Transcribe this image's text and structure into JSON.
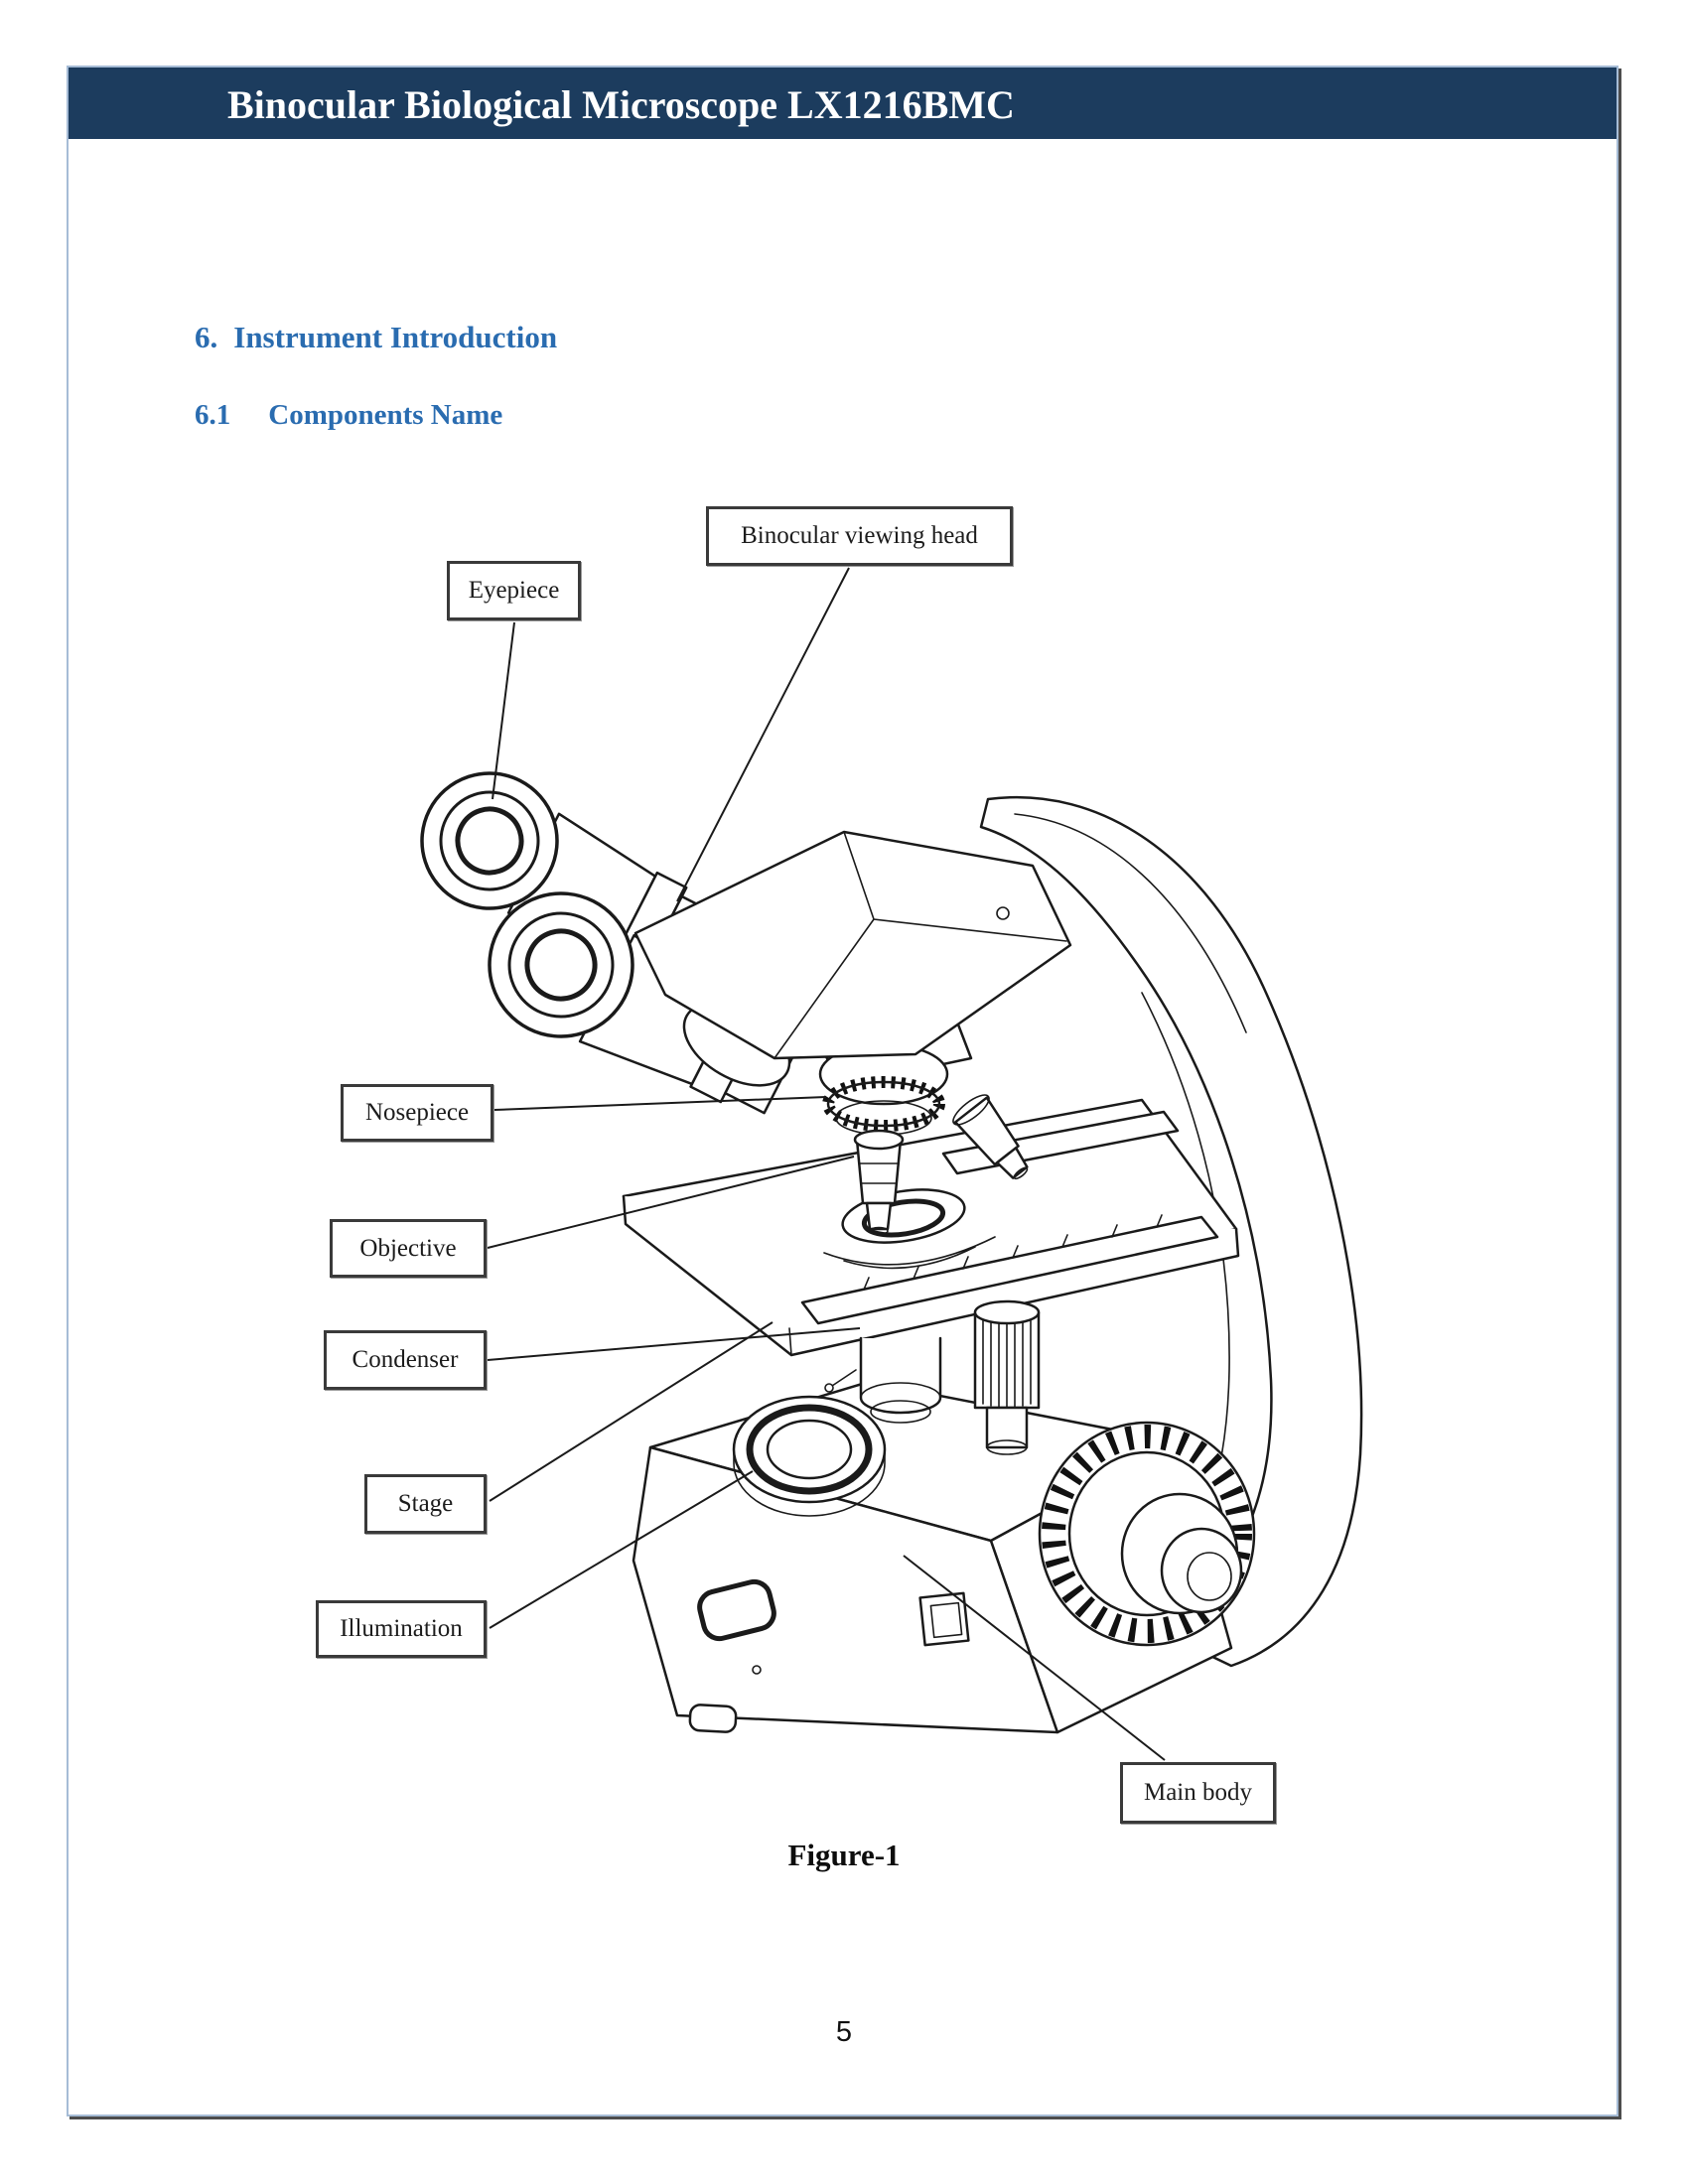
{
  "header": {
    "title": "Binocular Biological Microscope LX1216BMC"
  },
  "sections": {
    "h1": {
      "number": "6.",
      "title": "Instrument Introduction"
    },
    "h2": {
      "number": "6.1",
      "title": "Components Name"
    }
  },
  "figure": {
    "caption": "Figure-1",
    "labels": [
      {
        "id": "binocular-viewing-head",
        "text": "Binocular viewing head"
      },
      {
        "id": "eyepiece",
        "text": "Eyepiece"
      },
      {
        "id": "nosepiece",
        "text": "Nosepiece"
      },
      {
        "id": "objective",
        "text": "Objective"
      },
      {
        "id": "condenser",
        "text": "Condenser"
      },
      {
        "id": "stage",
        "text": "Stage"
      },
      {
        "id": "illumination",
        "text": "Illumination"
      },
      {
        "id": "main-body",
        "text": "Main body"
      }
    ]
  },
  "page": {
    "number": "5"
  },
  "colors": {
    "header_background": "#1c3c5e",
    "header_text": "#ffffff",
    "heading_blue": "#2a6cb0",
    "frame_border": "#a6bcd6",
    "line_art_ink": "#1a1a1a"
  }
}
